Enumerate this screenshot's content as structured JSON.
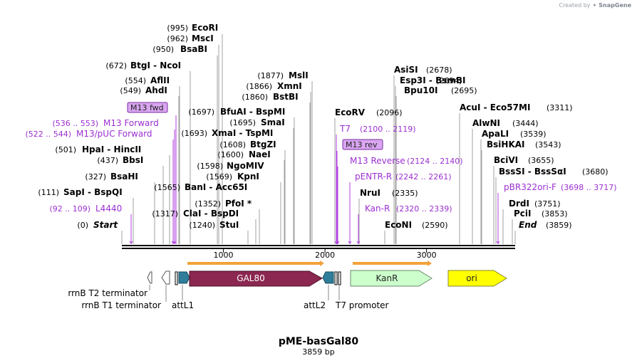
{
  "branding": {
    "created_by": "Created by",
    "product": "SnapGene"
  },
  "plasmid": {
    "name": "pME-basGal80",
    "length_label": "3859 bp",
    "length": 3859
  },
  "colors": {
    "enzyme_text": "#000000",
    "primer_text": "#9b2fd0",
    "primer_box_fill": "#d9a6f0",
    "leader_line": "#a0a0a0",
    "primer_line": "#b040e0",
    "gal80": "#8b2750",
    "kanr": "#ccffcc",
    "ori": "#ffff00",
    "att": "#2e7d9a",
    "orf_arrow": "#f2a23c"
  },
  "axis": {
    "ticks": [
      {
        "value": 1000,
        "label": "1000"
      },
      {
        "value": 2000,
        "label": "2000"
      },
      {
        "value": 3000,
        "label": "3000"
      }
    ]
  },
  "left_labels": [
    {
      "pos": "(995)",
      "name": "EcoRI",
      "kind": "enzyme"
    },
    {
      "pos": "(962)",
      "name": "MscI",
      "kind": "enzyme"
    },
    {
      "pos": "(950)",
      "name": "BsaBI",
      "kind": "enzyme"
    },
    {
      "pos": "(672)",
      "name": "BtgI  -  NcoI",
      "kind": "enzyme"
    },
    {
      "pos": "(554)",
      "name": "AflII",
      "kind": "enzyme"
    },
    {
      "pos": "(549)",
      "name": "AhdI",
      "kind": "enzyme"
    },
    {
      "pos": "",
      "name": "M13 fwd",
      "kind": "primer-box"
    },
    {
      "pos": "(536 .. 553)",
      "name": "M13 Forward",
      "kind": "primer"
    },
    {
      "pos": "(522 .. 544)",
      "name": "M13/pUC Forward",
      "kind": "primer"
    },
    {
      "pos": "(501)",
      "name": "HpaI  -  HincII",
      "kind": "enzyme"
    },
    {
      "pos": "(437)",
      "name": "BbsI",
      "kind": "enzyme"
    },
    {
      "pos": "(327)",
      "name": "BsaHI",
      "kind": "enzyme"
    },
    {
      "pos": "(111)",
      "name": "SapI  -  BspQI",
      "kind": "enzyme"
    },
    {
      "pos": "(92 .. 109)",
      "name": "L4440",
      "kind": "primer"
    },
    {
      "pos": "(0)",
      "name": "Start",
      "kind": "start"
    }
  ],
  "middle_labels": [
    {
      "pos": "(1697)",
      "name": "BfuAI  -  BspMI",
      "kind": "enzyme"
    },
    {
      "pos": "(1695)",
      "name": "SmaI",
      "kind": "enzyme"
    },
    {
      "pos": "(1693)",
      "name": "XmaI  -  TspMI",
      "kind": "enzyme"
    },
    {
      "pos": "(1608)",
      "name": "BtgZI",
      "kind": "enzyme"
    },
    {
      "pos": "(1600)",
      "name": "NaeI",
      "kind": "enzyme"
    },
    {
      "pos": "(1598)",
      "name": "NgoMIV",
      "kind": "enzyme"
    },
    {
      "pos": "(1569)",
      "name": "KpnI",
      "kind": "enzyme"
    },
    {
      "pos": "(1565)",
      "name": "BanI  -  Acc65I",
      "kind": "enzyme"
    },
    {
      "pos": "(1352)",
      "name": "PfoI *",
      "kind": "enzyme"
    },
    {
      "pos": "(1317)",
      "name": "ClaI  -  BspDI",
      "kind": "enzyme"
    },
    {
      "pos": "(1240)",
      "name": "StuI",
      "kind": "enzyme"
    },
    {
      "pos": "(1877)",
      "name": "MslI",
      "kind": "enzyme"
    },
    {
      "pos": "(1866)",
      "name": "XmnI",
      "kind": "enzyme"
    },
    {
      "pos": "(1860)",
      "name": "BstBI",
      "kind": "enzyme"
    }
  ],
  "right_labels": [
    {
      "pos": "(2678)",
      "name": "AsiSI",
      "kind": "enzyme"
    },
    {
      "pos": "(2694)",
      "name": "Esp3I  -  BsmBI",
      "kind": "enzyme"
    },
    {
      "pos": "(2695)",
      "name": "Bpu10I",
      "kind": "enzyme"
    },
    {
      "pos": "(2096)",
      "name": "EcoRV",
      "kind": "enzyme"
    },
    {
      "pos": "(2100 .. 2119)",
      "name": "T7",
      "kind": "primer"
    },
    {
      "pos": "",
      "name": "M13 rev",
      "kind": "primer-box"
    },
    {
      "pos": "(2124 .. 2140)",
      "name": "M13 Reverse",
      "kind": "primer"
    },
    {
      "pos": "(2242 .. 2261)",
      "name": "pENTR-R",
      "kind": "primer"
    },
    {
      "pos": "(2335)",
      "name": "NruI",
      "kind": "enzyme"
    },
    {
      "pos": "(2320 .. 2339)",
      "name": "Kan-R",
      "kind": "primer"
    },
    {
      "pos": "(2590)",
      "name": "EcoNI",
      "kind": "enzyme"
    },
    {
      "pos": "(3311)",
      "name": "AcuI  -  Eco57MI",
      "kind": "enzyme"
    },
    {
      "pos": "(3444)",
      "name": "AlwNI",
      "kind": "enzyme"
    },
    {
      "pos": "(3539)",
      "name": "ApaLI",
      "kind": "enzyme"
    },
    {
      "pos": "(3543)",
      "name": "BsiHKAI",
      "kind": "enzyme"
    },
    {
      "pos": "(3655)",
      "name": "BciVI",
      "kind": "enzyme"
    },
    {
      "pos": "(3680)",
      "name": "BssSI  -  BssSαI",
      "kind": "enzyme"
    },
    {
      "pos": "(3698 .. 3717)",
      "name": "pBR322ori-F",
      "kind": "primer"
    },
    {
      "pos": "(3751)",
      "name": "DrdI",
      "kind": "enzyme"
    },
    {
      "pos": "(3853)",
      "name": "PciI",
      "kind": "enzyme"
    },
    {
      "pos": "(3859)",
      "name": "End",
      "kind": "end"
    }
  ],
  "features": [
    {
      "name": "GAL80",
      "kind": "gene"
    },
    {
      "name": "KanR",
      "kind": "gene"
    },
    {
      "name": "ori",
      "kind": "origin"
    }
  ],
  "bottom_labels": [
    {
      "name": "rrnB T2 terminator"
    },
    {
      "name": "rrnB T1 terminator"
    },
    {
      "name": "attL1"
    },
    {
      "name": "attL2"
    },
    {
      "name": "T7 promoter"
    }
  ]
}
